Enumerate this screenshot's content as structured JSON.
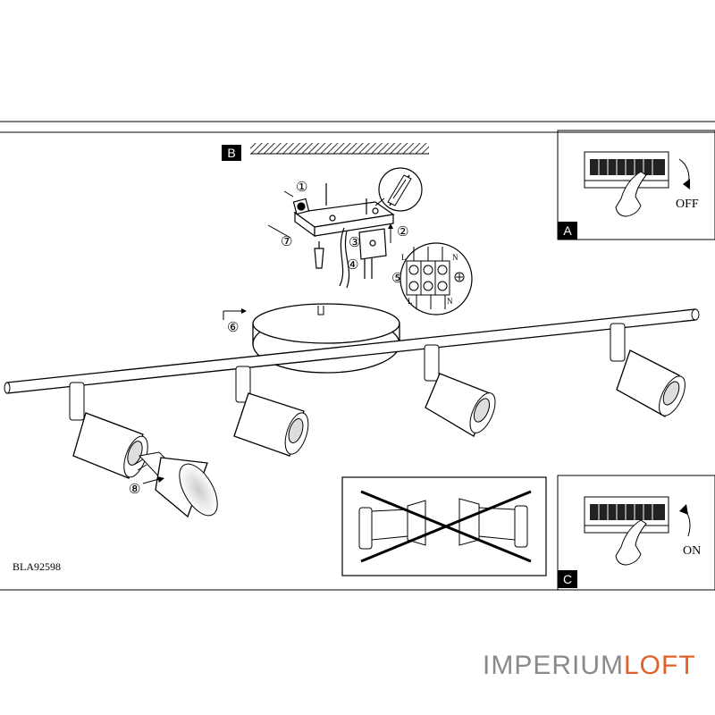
{
  "sheet": {
    "model_code": "BLA92598",
    "panel_b": {
      "label": "B"
    },
    "panel_a": {
      "label": "A",
      "state": "OFF"
    },
    "panel_c": {
      "label": "C",
      "state": "ON"
    },
    "steps": [
      "①",
      "②",
      "③",
      "④",
      "⑤",
      "⑥",
      "⑦",
      "⑧"
    ],
    "terminal_labels": {
      "live": "L",
      "neutral": "N"
    }
  },
  "watermark": {
    "brand_part1": "IMPERIUM",
    "brand_part2": "LOFT",
    "accent_color": "#e0612a"
  }
}
